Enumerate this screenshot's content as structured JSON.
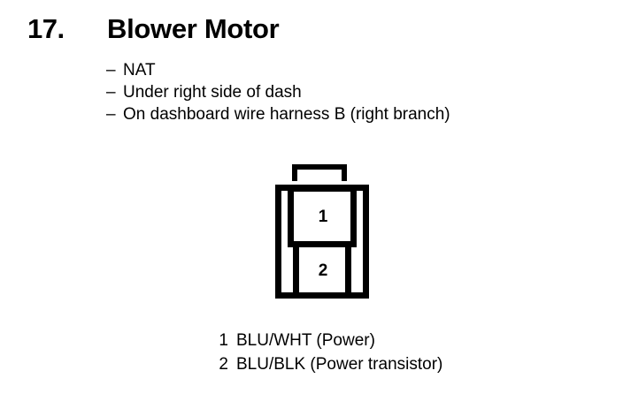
{
  "heading": {
    "number": "17.",
    "title": "Blower Motor"
  },
  "notes": {
    "bullet": "–",
    "lines": [
      "NAT",
      "Under right side of dash",
      "On dashboard wire harness B (right branch)"
    ]
  },
  "connector": {
    "type": "2-pin connector",
    "locking_tab": "top latch tab",
    "cavities": [
      {
        "number": "1"
      },
      {
        "number": "2"
      }
    ],
    "line_color": "#000000",
    "fill_color": "#ffffff"
  },
  "legend": {
    "rows": [
      {
        "pin": "1",
        "description": "BLU/WHT (Power)"
      },
      {
        "pin": "2",
        "description": "BLU/BLK (Power transistor)"
      }
    ]
  }
}
